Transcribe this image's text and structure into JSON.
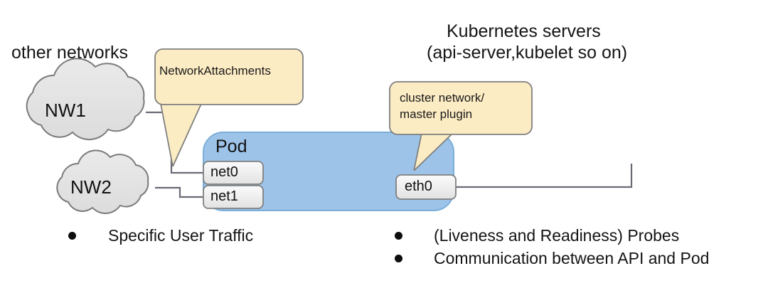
{
  "diagram": {
    "title": "Kubernetes Pod multi-network diagram",
    "headings": {
      "other_networks": "other networks",
      "kubernetes_servers_line1": "Kubernetes servers",
      "kubernetes_servers_line2": "(api-server,kubelet so on)"
    },
    "callouts": [
      {
        "name": "network-attachments",
        "lines": [
          "NetworkAttachments"
        ]
      },
      {
        "name": "cluster-network",
        "lines": [
          "cluster network/",
          "master plugin"
        ]
      }
    ],
    "pod": {
      "label": "Pod",
      "interfaces_left": [
        {
          "label": "net0"
        },
        {
          "label": "net1"
        }
      ],
      "interfaces_right": [
        {
          "label": "eth0"
        }
      ]
    },
    "clouds": [
      {
        "label": "NW1"
      },
      {
        "label": "NW2"
      }
    ],
    "bullets_left": [
      "Specific User Traffic"
    ],
    "bullets_right": [
      "(Liveness and Readiness) Probes",
      "Communication between API and Pod"
    ],
    "colors": {
      "pod_fill": "#9dc3e9",
      "pod_stroke": "#7aaed8",
      "callout_fill": "#fcecc4",
      "callout_stroke": "#7f7f7f",
      "cloud_fill": "#e4e4e4",
      "cloud_stroke": "#7a7a7a",
      "iface_fill": "#efefef",
      "iface_stroke": "#808080",
      "line_stroke": "#6a6a76",
      "text": "#121212"
    }
  }
}
